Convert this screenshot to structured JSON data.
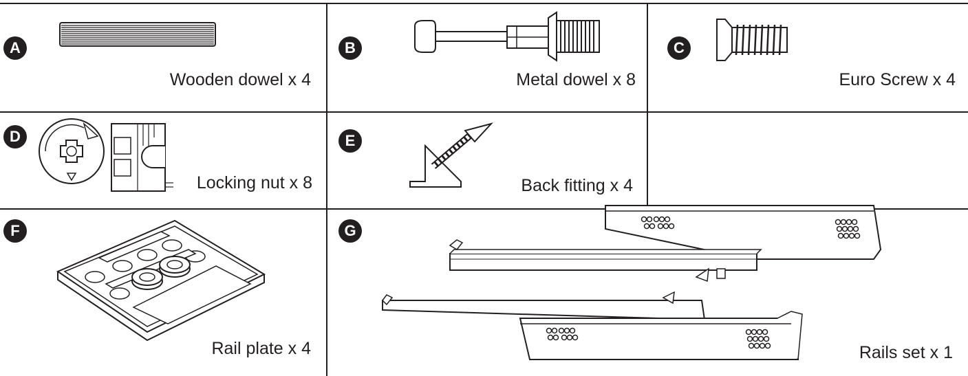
{
  "parts": [
    {
      "letter": "A",
      "label": "Wooden dowel x 4",
      "icon": "wooden-dowel-icon"
    },
    {
      "letter": "B",
      "label": "Metal dowel x 8",
      "icon": "metal-dowel-icon"
    },
    {
      "letter": "C",
      "label": "Euro Screw x 4",
      "icon": "euro-screw-icon"
    },
    {
      "letter": "D",
      "label": "Locking nut x 8",
      "icon": "locking-nut-icon"
    },
    {
      "letter": "E",
      "label": "Back fitting x 4",
      "icon": "back-fitting-icon"
    },
    {
      "letter": "F",
      "label": "Rail plate x 4",
      "icon": "rail-plate-icon"
    },
    {
      "letter": "G",
      "label": "Rails set x 1",
      "icon": "rails-set-icon"
    }
  ],
  "colors": {
    "ink": "#231f20",
    "background": "#ffffff"
  }
}
